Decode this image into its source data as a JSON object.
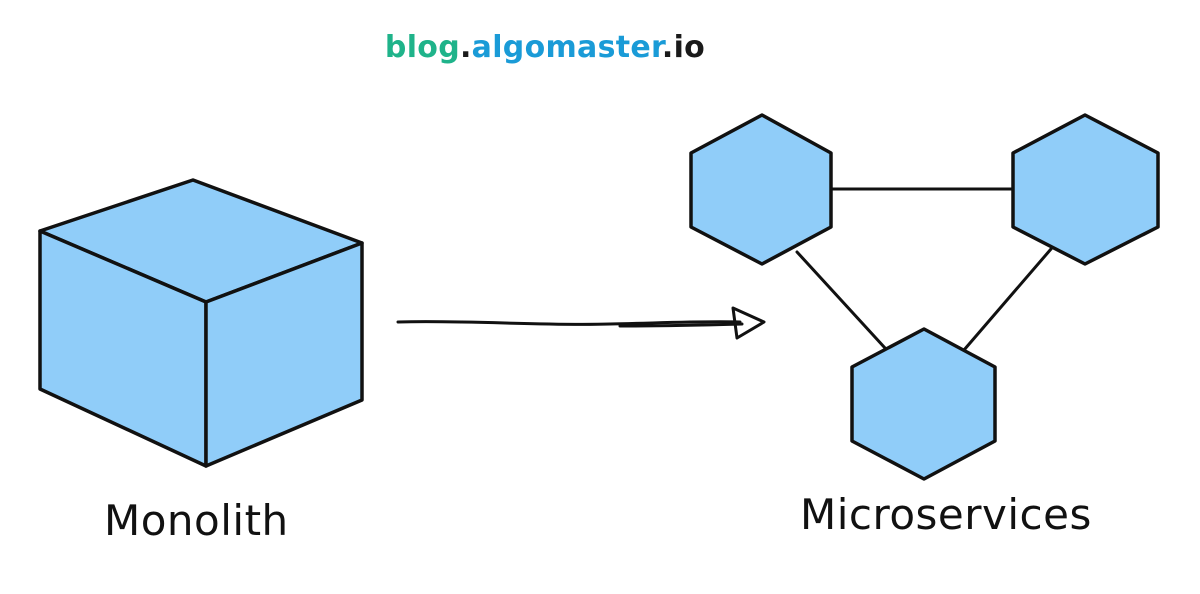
{
  "brand": {
    "blog": "blog",
    "dot1": ".",
    "algomaster": "algomaster",
    "dot2": ".",
    "io": "io"
  },
  "labels": {
    "monolith": "Monolith",
    "microservices": "Microservices"
  },
  "colors": {
    "shape_fill": "#90cdf9",
    "stroke": "#111111",
    "brand_green": "#1fb38a",
    "brand_blue": "#1a9bd7"
  },
  "icons": {
    "monolith": "cube-icon",
    "service": "hexagon-icon",
    "transition": "arrow-right-icon"
  }
}
